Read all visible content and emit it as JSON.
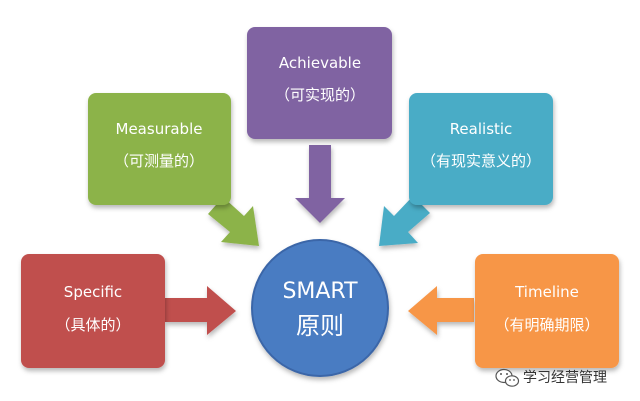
{
  "center": {
    "line1": "SMART",
    "line2": "原则",
    "color": "#4a7cc2"
  },
  "boxes": {
    "achievable": {
      "en": "Achievable",
      "cn": "（可实现的）",
      "color": "#8064a2"
    },
    "measurable": {
      "en": "Measurable",
      "cn": "（可测量的）",
      "color": "#8cb34a"
    },
    "realistic": {
      "en": "Realistic",
      "cn": "（有现实意义的）",
      "color": "#4aacc6"
    },
    "specific": {
      "en": "Specific",
      "cn": "（具体的）",
      "color": "#c0504d"
    },
    "timeline": {
      "en": "Timeline",
      "cn": "（有明确期限）",
      "color": "#f79646"
    }
  },
  "watermark": {
    "text": "学习经营管理",
    "icon": "wechat-icon"
  }
}
